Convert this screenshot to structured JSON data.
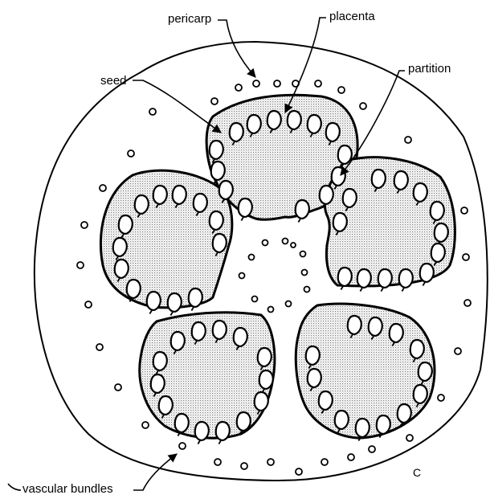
{
  "figure": {
    "labels": {
      "pericarp": "pericarp",
      "placenta": "placenta",
      "seed": "seed",
      "partition": "partition",
      "vascular_bundles": "vascular bundles",
      "panel_letter": "C"
    },
    "locule_count": 5
  }
}
